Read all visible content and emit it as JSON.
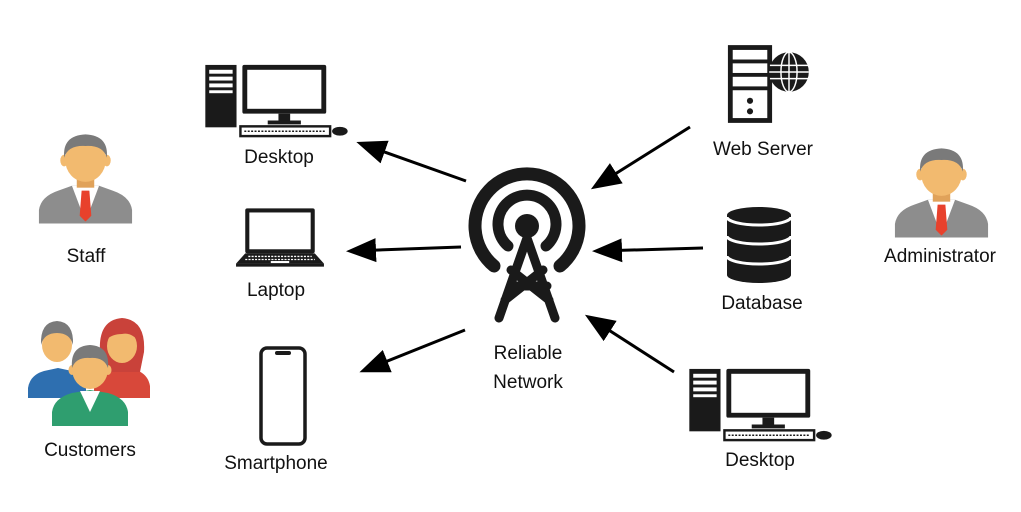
{
  "nodes": {
    "staff": "Staff",
    "customers": "Customers",
    "desktop_left": "Desktop",
    "laptop": "Laptop",
    "smartphone": "Smartphone",
    "network_line1": "Reliable",
    "network_line2": "Network",
    "web_server": "Web Server",
    "database": "Database",
    "desktop_right": "Desktop",
    "administrator": "Administrator"
  },
  "icons": [
    "person-icon",
    "group-icon",
    "desktop-icon",
    "laptop-icon",
    "smartphone-icon",
    "antenna-icon",
    "server-icon",
    "globe-icon",
    "database-icon"
  ],
  "colors": {
    "skin": "#f2ba6f",
    "hair": "#7a7a7a",
    "suit": "#8d8d8d",
    "tie": "#e8412c",
    "customer_blue": "#2e6fb0",
    "customer_red": "#d8483a",
    "customer_green": "#2f9e6f",
    "customer_hair_red": "#c9423a",
    "line": "#000000"
  }
}
